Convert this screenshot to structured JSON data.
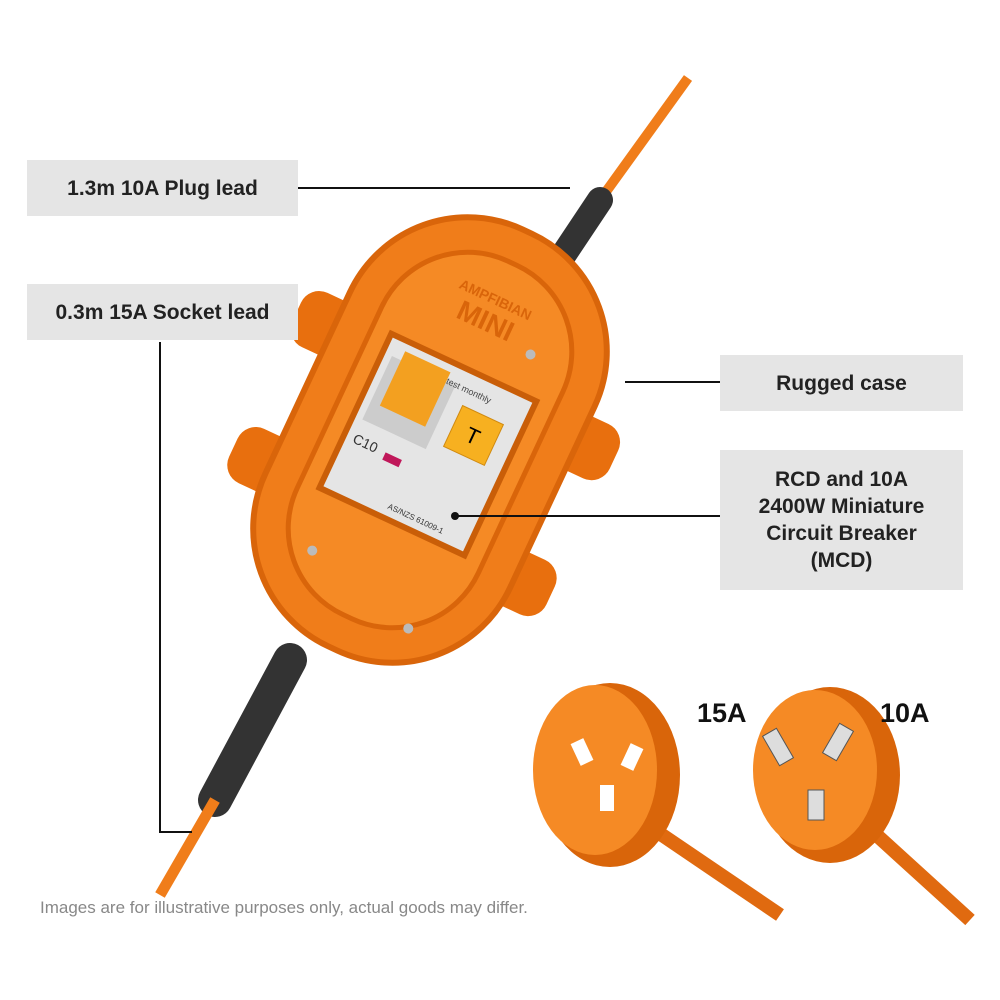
{
  "callouts": {
    "plug_lead": "1.3m 10A Plug lead",
    "socket_lead": "0.3m 15A Socket lead",
    "rugged_case": "Rugged case",
    "rcd_line1": "RCD and 10A",
    "rcd_line2": "2400W Miniature",
    "rcd_line3": "Circuit Breaker",
    "rcd_line4": "(MCD)"
  },
  "plugs": {
    "socket": "15A",
    "plug": "10A"
  },
  "device": {
    "brand": "AMPFIBIAN",
    "model": "MINI",
    "breaker_rating": "C10",
    "test_text": "test monthly",
    "standard": "AS/NZS 61009-1",
    "test_button": "T"
  },
  "disclaimer": "Images are for illustrative purposes only, actual goods may differ.",
  "colors": {
    "orange": "#f07d1a",
    "label_bg": "#e5e5e5",
    "cable_dark": "#333333"
  }
}
